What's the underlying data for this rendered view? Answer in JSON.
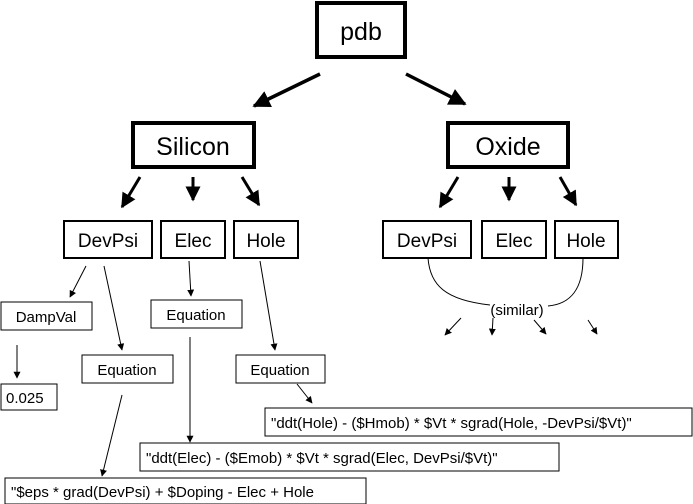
{
  "nodes": {
    "root": "pdb",
    "silicon": "Silicon",
    "oxide": "Oxide",
    "si_devpsi": "DevPsi",
    "si_elec": "Elec",
    "si_hole": "Hole",
    "ox_devpsi": "DevPsi",
    "ox_elec": "Elec",
    "ox_hole": "Hole",
    "dampval": "DampVal",
    "dampval_value": "0.025",
    "devpsi_equation": "Equation",
    "elec_equation": "Equation",
    "hole_equation": "Equation",
    "devpsi_expr": "\"$eps * grad(DevPsi) + $Doping - Elec + Hole",
    "elec_expr": "\"ddt(Elec) - ($Emob) * $Vt * sgrad(Elec, DevPsi/$Vt)\"",
    "hole_expr": "\"ddt(Hole) - ($Hmob) * $Vt * sgrad(Hole, -DevPsi/$Vt)\"",
    "similar": "(similar)"
  }
}
